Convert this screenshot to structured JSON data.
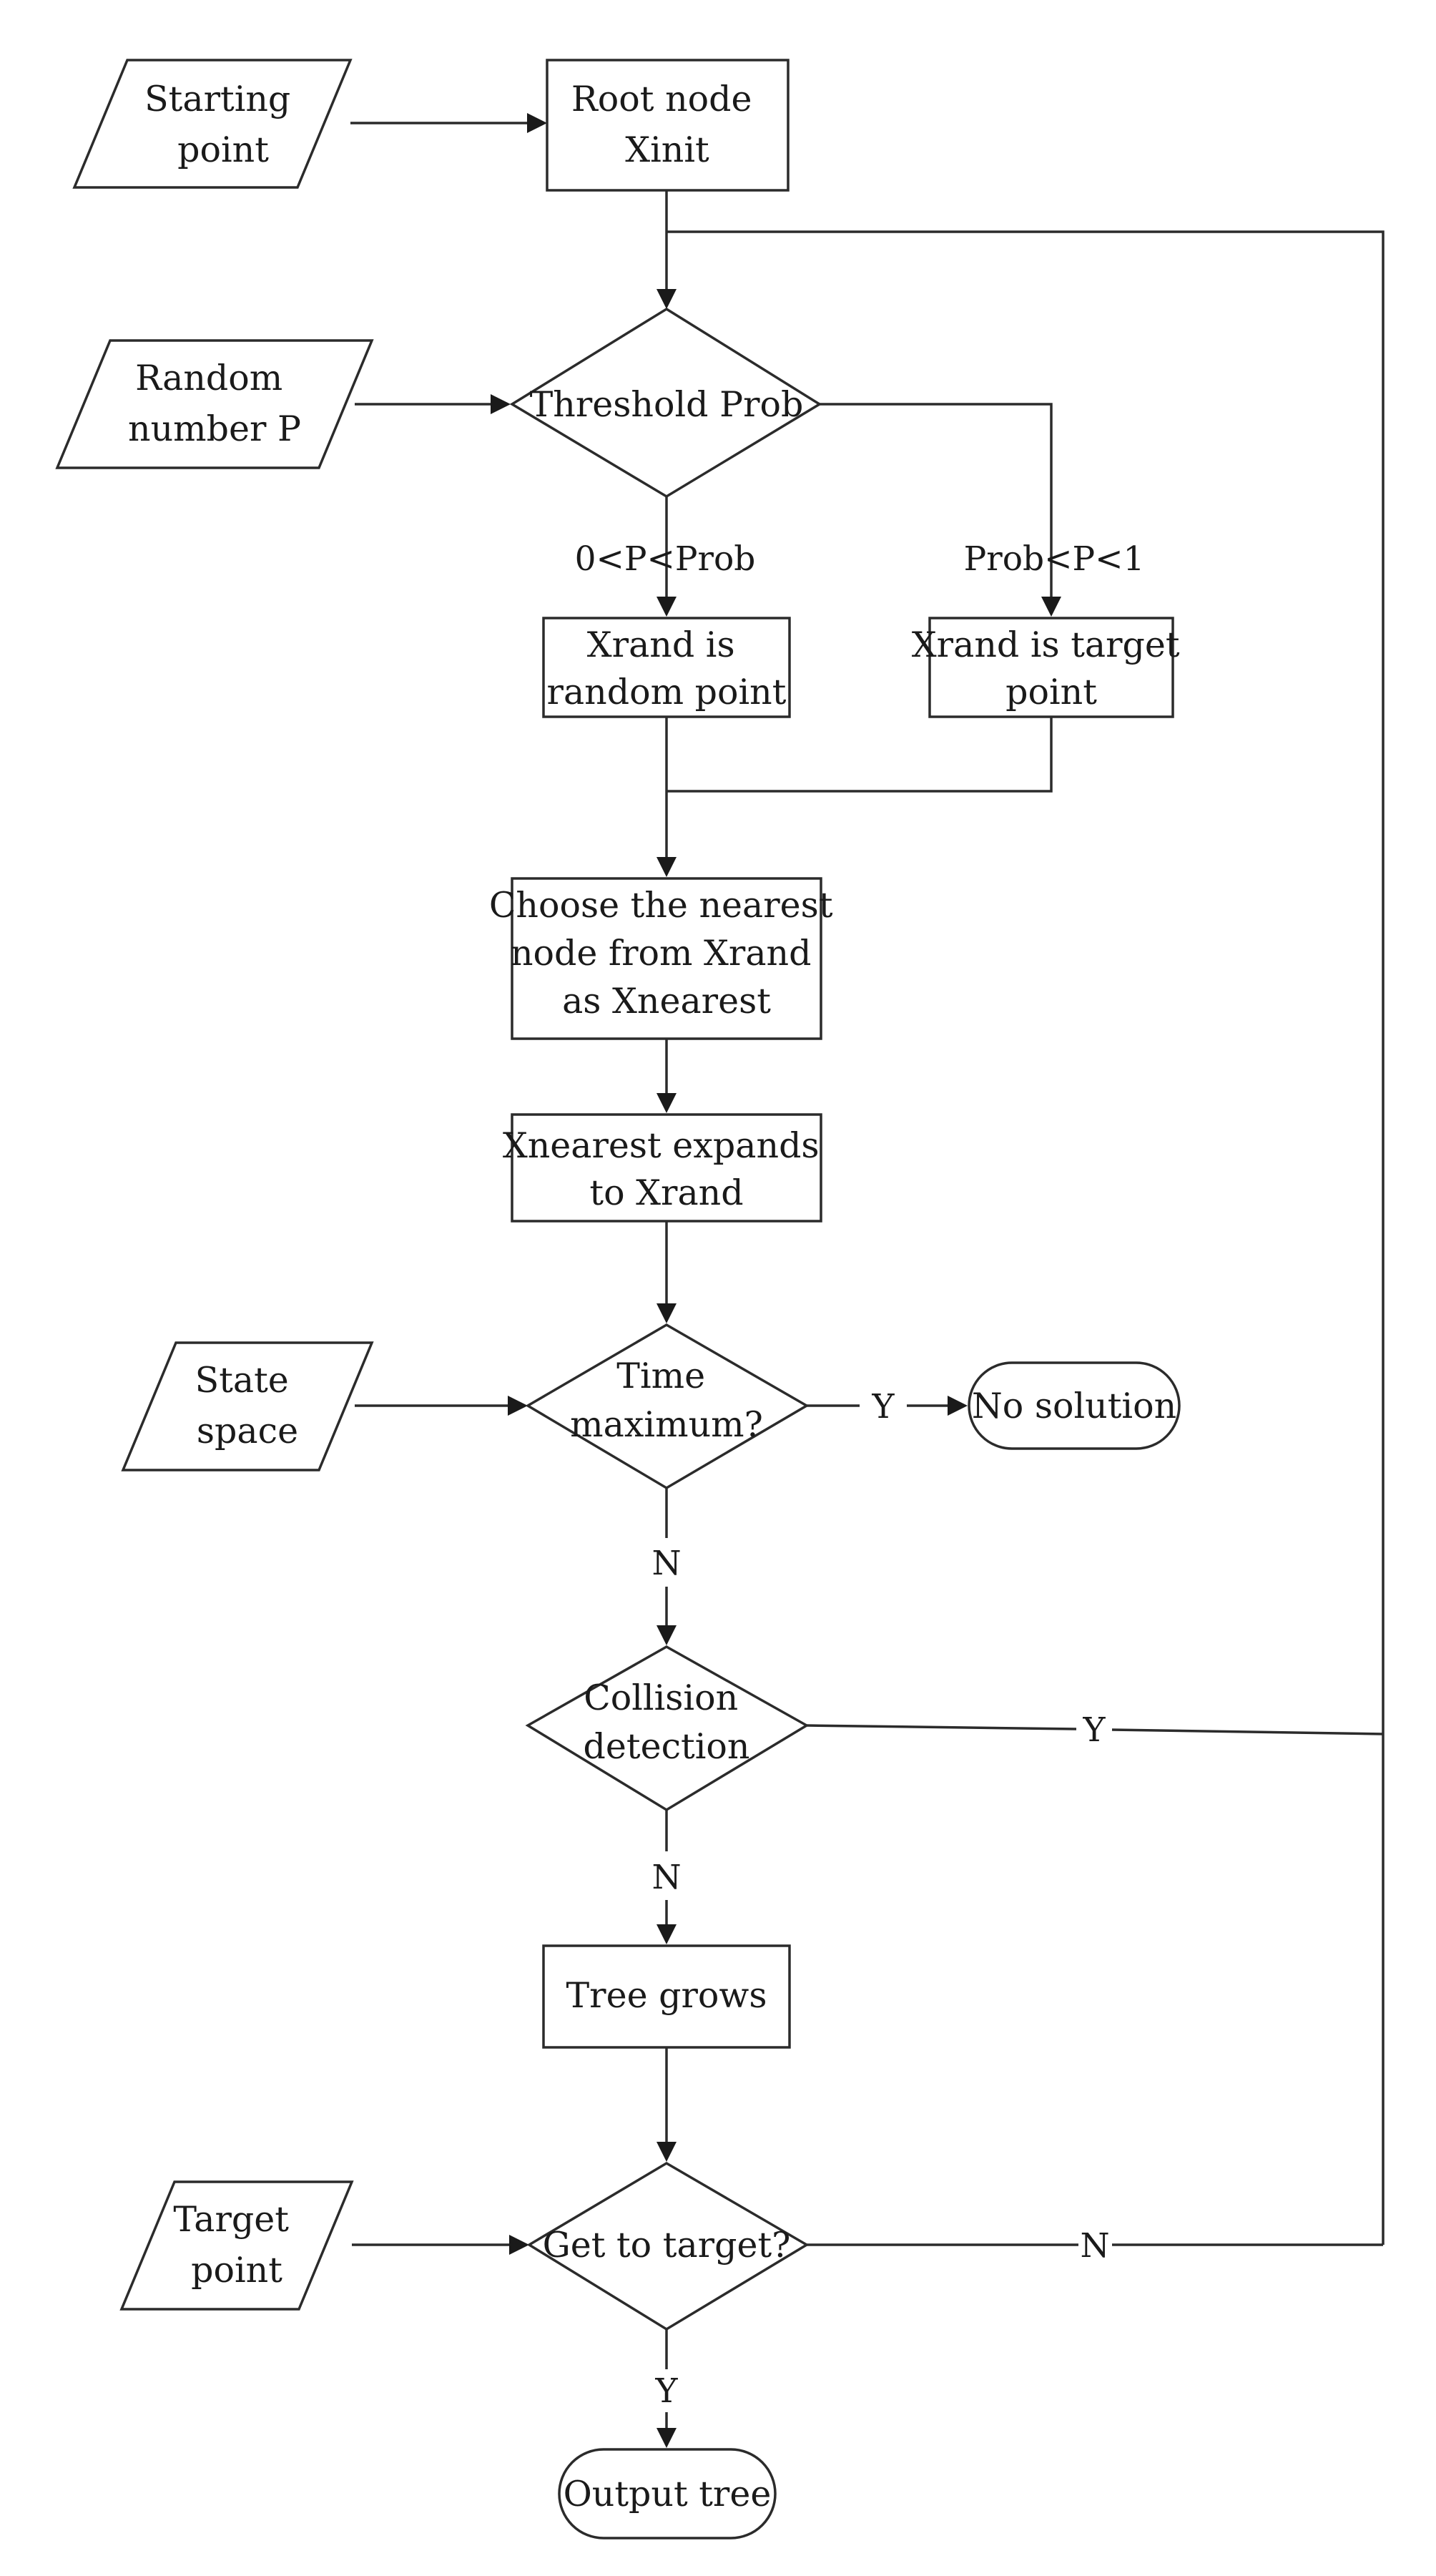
{
  "nodes": {
    "starting_point": {
      "lines": [
        "Starting",
        "point"
      ]
    },
    "root_node": {
      "lines": [
        "Root node",
        "Xinit"
      ]
    },
    "random_number": {
      "lines": [
        "Random",
        "number P"
      ]
    },
    "threshold": {
      "lines": [
        "Threshold Prob"
      ]
    },
    "xrand_random": {
      "lines": [
        "Xrand is",
        "random point"
      ]
    },
    "xrand_target": {
      "lines": [
        "Xrand is target",
        "point"
      ]
    },
    "choose_nearest": {
      "lines": [
        "Choose the nearest",
        "node from Xrand",
        "as Xnearest"
      ]
    },
    "expand": {
      "lines": [
        "Xnearest expands",
        "to Xrand"
      ]
    },
    "state_space": {
      "lines": [
        "State",
        "space"
      ]
    },
    "time_max": {
      "lines": [
        "Time",
        "maximum?"
      ]
    },
    "no_solution": {
      "lines": [
        "No solution"
      ]
    },
    "collision": {
      "lines": [
        "Collision",
        "detection"
      ]
    },
    "tree_grows": {
      "lines": [
        "Tree grows"
      ]
    },
    "target_point": {
      "lines": [
        "Target",
        "point"
      ]
    },
    "get_target": {
      "lines": [
        "Get to target?"
      ]
    },
    "output_tree": {
      "lines": [
        "Output tree"
      ]
    }
  },
  "edge_labels": {
    "low_prob": "0<P<Prob",
    "high_prob": "Prob<P<1",
    "time_yes": "Y",
    "time_no": "N",
    "collision_yes": "Y",
    "collision_no": "N",
    "target_no": "N",
    "target_yes": "Y"
  }
}
